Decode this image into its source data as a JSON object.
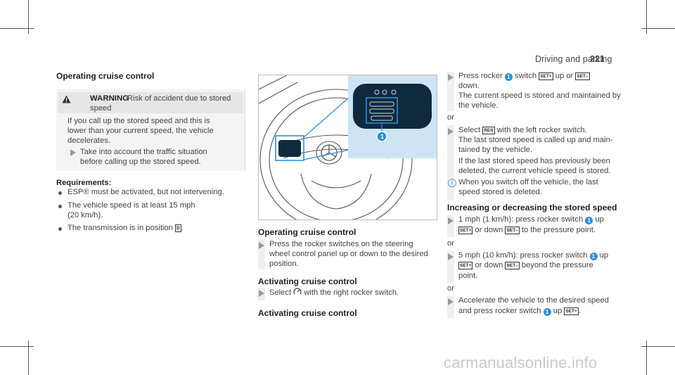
{
  "header": {
    "section": "Driving and parking",
    "page": "221"
  },
  "left": {
    "title": "Operating cruise control",
    "warning": {
      "label": "WARNING",
      "title": "Risk of accident due to stored",
      "title2": "speed",
      "body": [
        "If you call up the stored speed and this is",
        "lower than your current speed, the vehicle",
        "decelerates."
      ],
      "action": [
        "Take into account the traffic situation",
        "before calling up the stored speed."
      ]
    },
    "requirements": {
      "heading": "Requirements:",
      "items": [
        "ESP® must be activated, but not intervening.",
        "The vehicle speed is at least 15 mph",
        "(20 km/h).",
        "The transmission is in position"
      ]
    },
    "gear_symbol": "D"
  },
  "middle": {
    "figure_callout": "1",
    "section1": {
      "title": "Operating cruise control",
      "step": [
        "Press the rocker switches on the steering",
        "wheel control panel up or down to the desired",
        "position."
      ]
    },
    "section2": {
      "title": "Activating cruise control",
      "step_pre": "Select",
      "step_post": "with the right rocker switch."
    },
    "section3": {
      "title": "Activating cruise control"
    }
  },
  "right": {
    "step1": {
      "pre": "Press rocker",
      "num": "1",
      "mid": "switch",
      "key_up": "SET+",
      "or": "up or",
      "key_down": "SET–",
      "line2": "down.",
      "line3": "The current speed is stored and maintained by",
      "line4": "the vehicle."
    },
    "or1": "or",
    "step2": {
      "pre": "Select",
      "key": "RES",
      "post": "with the left rocker switch.",
      "l2": "The last stored speed is called up and main-",
      "l3": "tained by the vehicle.",
      "l4": "If the last stored speed has previously been",
      "l5": "deleted, the current vehicle speed is stored."
    },
    "info": {
      "l1": "When you switch off the vehicle, the last",
      "l2": "speed stored is deleted."
    },
    "heading": "Increasing or decreasing the stored speed",
    "step3": {
      "pre": "1 mph (1 km/h): press rocker switch",
      "num": "1",
      "up": "up",
      "key_up": "SET+",
      "or_down": "or down",
      "key_down": "SET–",
      "post": "to the pressure point."
    },
    "or2": "or",
    "step4": {
      "pre": "5 mph (10 km/h): press rocker switch",
      "num": "1",
      "up": "up",
      "key_up": "SET+",
      "or_down": "or down",
      "key_down": "SET–",
      "post": "beyond the pressure",
      "l3": "point."
    },
    "or3": "or",
    "step5": {
      "l1": "Accelerate the vehicle to the desired speed",
      "pre": "and press rocker switch",
      "num": "1",
      "up": "up",
      "key_up": "SET+",
      "end": "."
    }
  },
  "watermark": "carmanualsonline.info",
  "colors": {
    "accent": "#2a8de0",
    "panel_bg": "#0f2a3d",
    "warning_bg": "#e6e6e6"
  }
}
